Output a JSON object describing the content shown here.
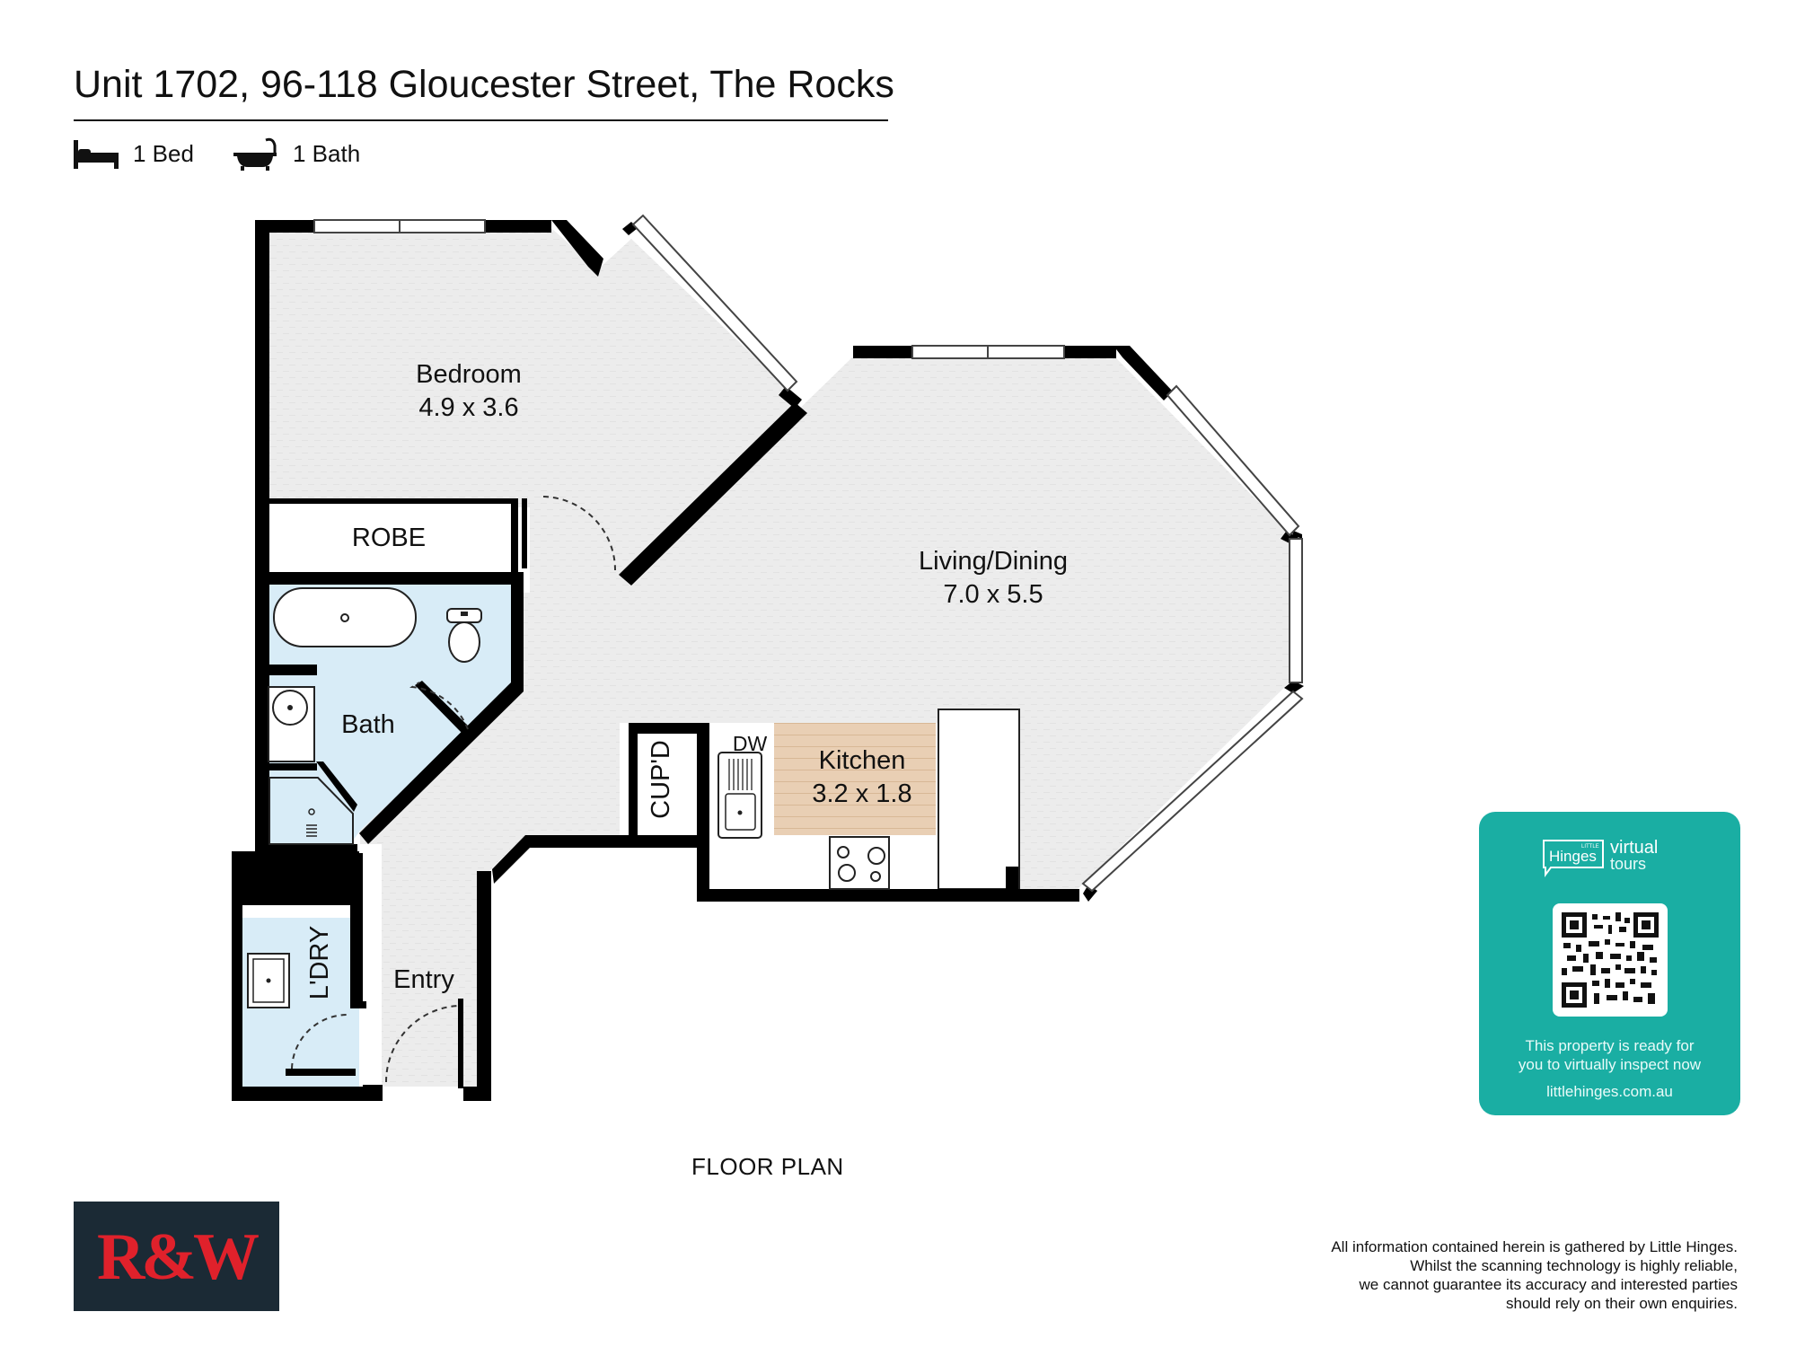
{
  "header": {
    "title": "Unit 1702, 96-118 Gloucester Street, The Rocks",
    "beds": "1 Bed",
    "baths": "1 Bath"
  },
  "rooms": {
    "bedroom": {
      "name": "Bedroom",
      "size": "4.9 x 3.6"
    },
    "robe": {
      "name": "ROBE"
    },
    "living": {
      "name": "Living/Dining",
      "size": "7.0 x 5.5"
    },
    "bath": {
      "name": "Bath"
    },
    "cupd": {
      "name": "CUP'D"
    },
    "kitchen": {
      "name": "Kitchen",
      "size": "3.2 x 1.8"
    },
    "dw": {
      "name": "DW"
    },
    "laundry": {
      "name": "L'DRY"
    },
    "entry": {
      "name": "Entry"
    }
  },
  "floor_label": "FLOOR PLAN",
  "tour_card": {
    "logo_small": "LITTLE",
    "logo_brand": "Hinges",
    "logo_virtual": "virtual",
    "logo_tours": "tours",
    "line1": "This property is ready for",
    "line2": "you to virtually inspect now",
    "url": "littlehinges.com.au"
  },
  "agency": {
    "logo_text": "R&W"
  },
  "disclaimer": [
    "All information contained herein is gathered by Little Hinges.",
    "Whilst the scanning technology is highly reliable,",
    "we cannot guarantee its accuracy and interested parties",
    "should rely on their own enquiries."
  ],
  "colors": {
    "wall": "#000000",
    "floor_grey": "#ececec",
    "wet_area_blue": "#d8ecf7",
    "kitchen_timber": "#e9cfb4",
    "tour_card": "#1aaea3",
    "agency_bg": "#1b2a35",
    "agency_red": "#e0212b"
  },
  "icons": [
    "bed-icon",
    "bath-icon",
    "qr-code-icon",
    "toilet-icon",
    "sink-icon",
    "cooktop-icon",
    "shower-icon",
    "bathtub-icon"
  ]
}
